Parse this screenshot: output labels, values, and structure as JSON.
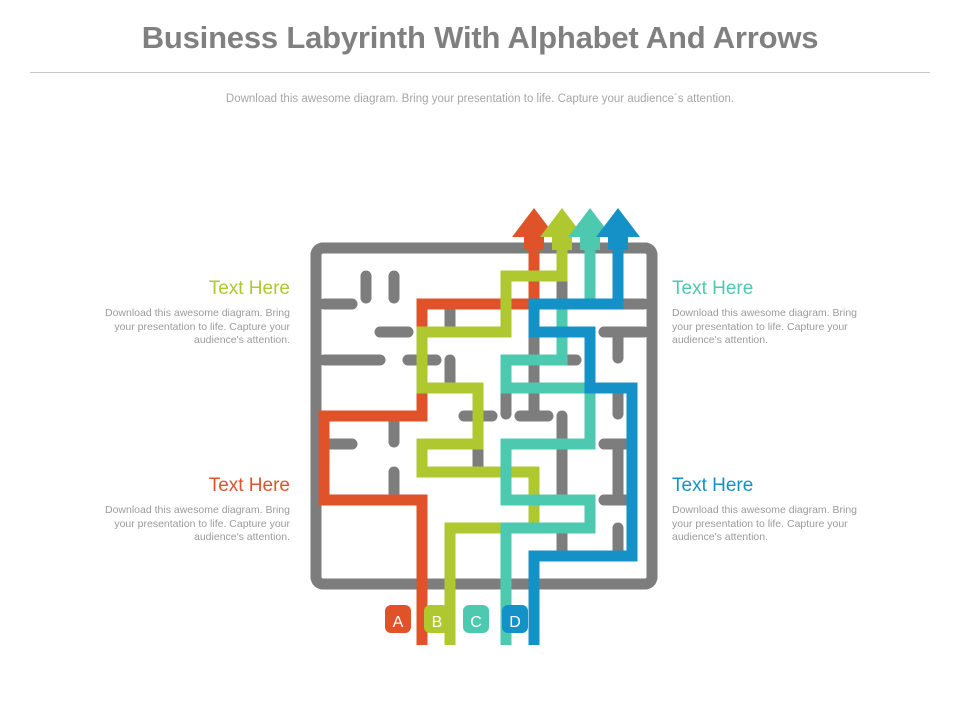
{
  "header": {
    "title": "Business Labyrinth With Alphabet And Arrows",
    "subtitle": "Download this awesome diagram. Bring your presentation to life.  Capture your audience´s attention."
  },
  "colors": {
    "title_gray": "#808080",
    "body_gray": "#9b9b9b",
    "wall_gray": "#7d7d7d",
    "orange": "#E0532A",
    "green": "#AFC82F",
    "teal": "#4DC9AF",
    "blue": "#1492C8"
  },
  "text_blocks": [
    {
      "id": "top-left",
      "heading": "Text Here",
      "color": "#AFC82F",
      "align": "right",
      "body": "Download this awesome diagram. Bring your presentation to life. Capture your audience's attention."
    },
    {
      "id": "bottom-left",
      "heading": "Text Here",
      "color": "#E0532A",
      "align": "right",
      "body": "Download this awesome diagram. Bring your presentation to life. Capture your audience's attention."
    },
    {
      "id": "top-right",
      "heading": "Text Here",
      "color": "#4DC9AF",
      "align": "left",
      "body": "Download this awesome diagram. Bring your presentation to life. Capture your audience's attention."
    },
    {
      "id": "bottom-right",
      "heading": "Text Here",
      "color": "#1492C8",
      "align": "left",
      "body": "Download this awesome diagram. Bring your presentation to life. Capture your audience's attention."
    }
  ],
  "diagram": {
    "name": "labyrinth-maze",
    "badges": [
      {
        "label": "A",
        "color": "#E0532A"
      },
      {
        "label": "B",
        "color": "#AFC82F"
      },
      {
        "label": "C",
        "color": "#4DC9AF"
      },
      {
        "label": "D",
        "color": "#1492C8"
      }
    ],
    "arrows": [
      {
        "name": "arrow-a",
        "color": "#E0532A",
        "direction": "up"
      },
      {
        "name": "arrow-b",
        "color": "#AFC82F",
        "direction": "up"
      },
      {
        "name": "arrow-c",
        "color": "#4DC9AF",
        "direction": "up"
      },
      {
        "name": "arrow-d",
        "color": "#1492C8",
        "direction": "up"
      }
    ]
  }
}
